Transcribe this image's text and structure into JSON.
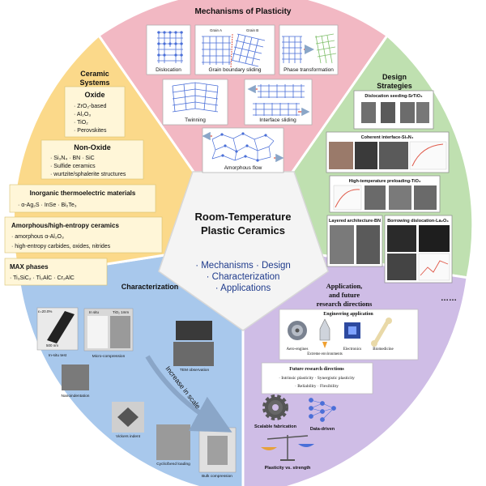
{
  "center": {
    "title_line1": "Room-Temperature",
    "title_line2": "Plastic Ceramics",
    "sub_line1": "· Mechanisms · Design",
    "sub_line2": "· Characterization",
    "sub_line3": "· Applications"
  },
  "mechanisms": {
    "title": "Mechanisms of Plasticity",
    "items": [
      "Dislocation",
      "Grain boundary sliding",
      "Phase transformation",
      "Twinning",
      "Interface sliding",
      "Amorphous flow"
    ],
    "gb_tag_a": "Grain A",
    "gb_tag_b": "Grain B"
  },
  "design": {
    "title_line1": "Design",
    "title_line2": "Strategies",
    "items": [
      "Dislocation seeding-SrTiO₃",
      "Coherent interface-Si₃N₄",
      "High-temperature preloading-TiO₂",
      "Layered architecture-BN",
      "Borrowing dislocation-La₂O₃"
    ],
    "ellipsis": "……"
  },
  "applications": {
    "title_line1": "Application,",
    "title_line2": "and future",
    "title_line3": "research directions",
    "engineering_title": "Engineering application",
    "engineering_items": [
      "Aero-engines",
      "Extreme environments",
      "Electronics",
      "Biomedicine"
    ],
    "future_title": "Future research directions",
    "future_line1": "· Intrinsic plasticity  · Synergistic plasticity",
    "future_line2": "· Reliability  · Flexibility",
    "bottom_items": [
      "Scalable fabrication",
      "Data-driven",
      "Plasticity vs. strength"
    ]
  },
  "characterization": {
    "title": "Characterization",
    "arrow_label": "Increase in scale",
    "tags": [
      "ε=20.0%",
      "In situ",
      "TiO₂ 1mm"
    ],
    "scale_bar": "500 nm",
    "captions": [
      "In-situ test",
      "Micro-compression",
      "TEM observation",
      "Nanoindentation",
      "Vickers indent",
      "Cyclic/bend loading",
      "Bulk compression"
    ]
  },
  "ceramics": {
    "title_line1": "Ceramic",
    "title_line2": "Systems",
    "boxes": [
      {
        "title": "Oxide",
        "lines": [
          "· ZrO₂-based",
          "· Al₂O₃",
          "· TiO₂",
          "· Perovskites"
        ]
      },
      {
        "title": "Non-Oxide",
        "lines": [
          "· Si₃N₄  · BN  · SiC",
          "· Sulfide ceramics",
          "· wurtzite/sphalerite structures"
        ]
      },
      {
        "title": "Inorganic thermoelectric materials",
        "lines": [
          "· α-Ag₂S  · InSe  · Bi₂Te₃"
        ]
      },
      {
        "title": "Amorphous/high-entropy ceramics",
        "lines": [
          "· amorphous α-Al₂O₃",
          "· high-entropy carbides, oxides, nitrides"
        ]
      },
      {
        "title": "MAX phases",
        "lines": [
          "· Ti₃SiC₂  · Ti₂AlC  · Cr₂AlC"
        ]
      }
    ]
  },
  "colors": {
    "mechanisms": "#f2b8c3",
    "design": "#bfe0b0",
    "applications": "#cfbde6",
    "characterization": "#a8c8ec",
    "ceramics": "#fbd98a",
    "center": "#f4f4f4",
    "node_blue": "#4a6fd8",
    "node_red": "#e05a4a",
    "node_green": "#7fbf6a"
  }
}
